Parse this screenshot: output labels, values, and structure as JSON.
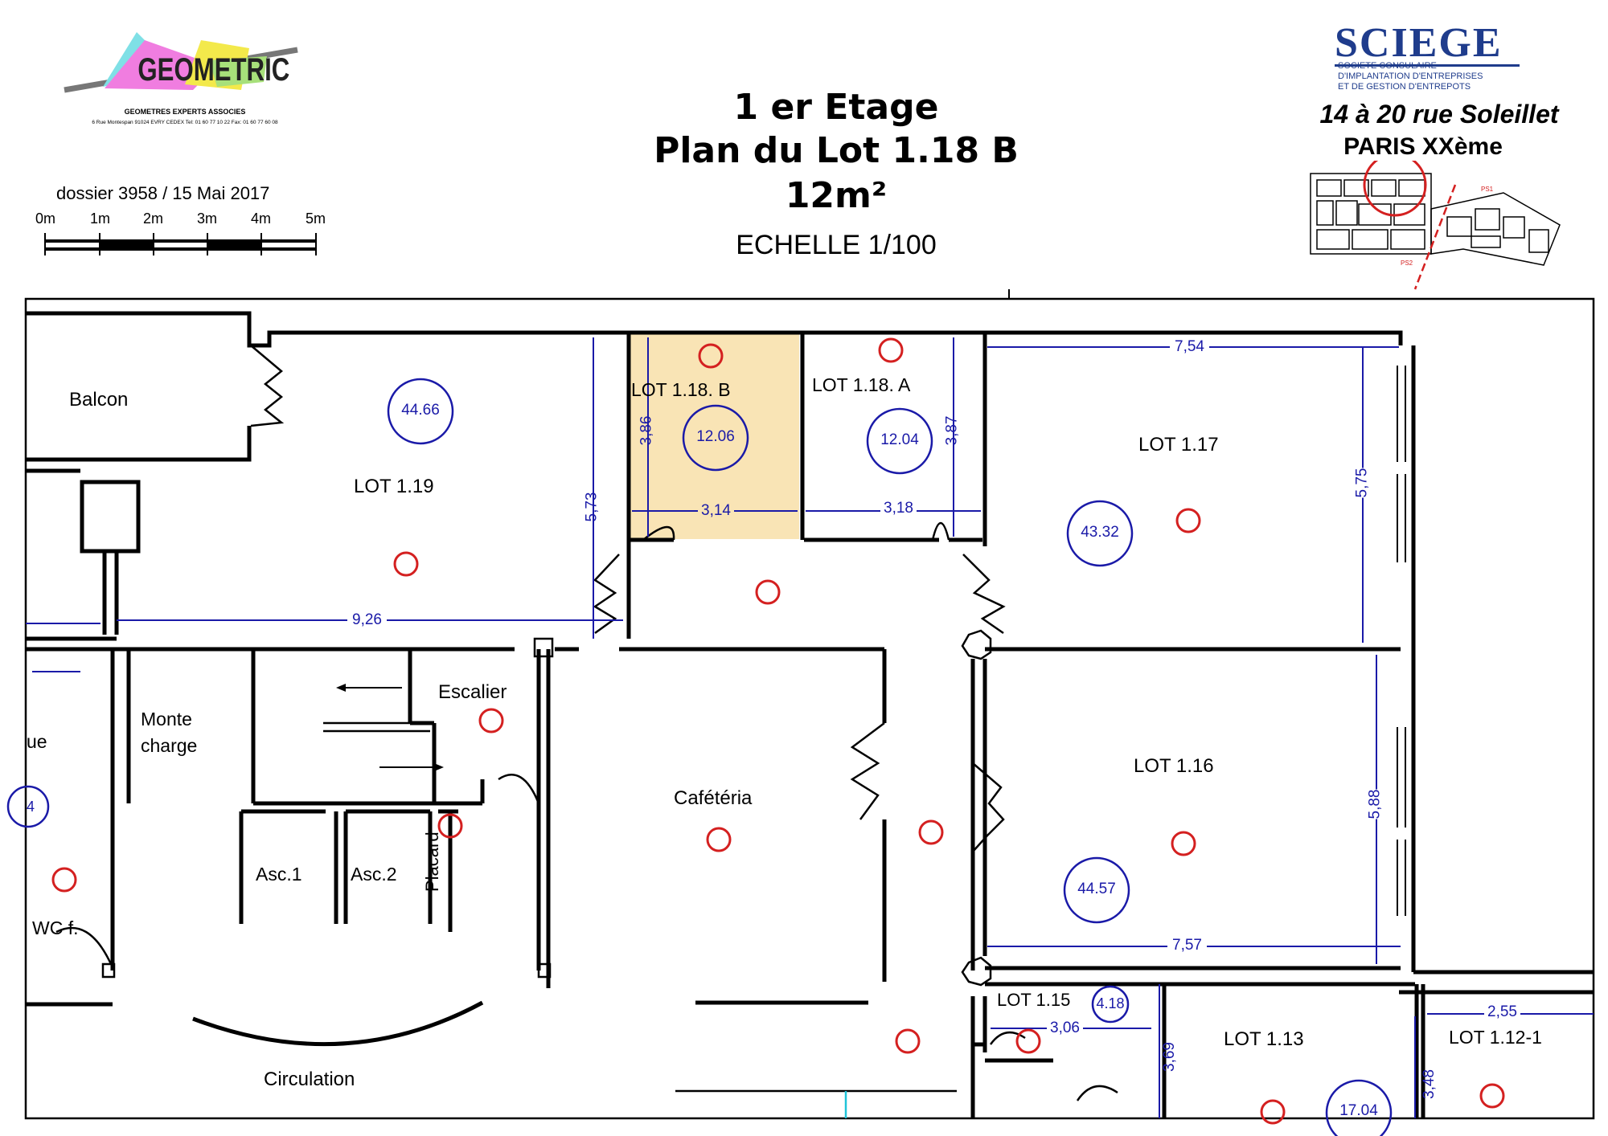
{
  "header": {
    "company_logo_text": "GEOMETRIC",
    "company_subtitle": "GEOMETRES EXPERTS ASSOCIES",
    "company_address": "6 Rue Montespan 91024 EVRY CEDEX  Tel: 01 60 77 10 22  Fax: 01 60 77 60 08",
    "dossier": "dossier 3958 / 15 Mai 2017",
    "scale_bar_ticks": [
      "0m",
      "1m",
      "2m",
      "3m",
      "4m",
      "5m"
    ],
    "title_line1": "1 er Etage",
    "title_line2": "Plan du Lot 1.18 B",
    "title_line3": "12m²",
    "scale": "ECHELLE 1/100",
    "client_logo": "SCIEGE",
    "client_line1": "SOCIETE CONSULAIRE",
    "client_line2": "D'IMPLANTATION D'ENTREPRISES",
    "client_line3": "ET DE GESTION D'ENTREPOTS",
    "address_line1": "14 à 20  rue Soleillet",
    "address_line2": "PARIS XXème",
    "inset_label_a": "PS1",
    "inset_label_b": "PS2"
  },
  "colors": {
    "highlight_fill": "#f9e4b5",
    "dimension_blue": "#1a1aa8",
    "marker_red": "#d42020",
    "wall_black": "#000000"
  },
  "rooms": {
    "balcon": "Balcon",
    "lot_119": "LOT 1.19",
    "lot_118b": "LOT 1.18. B",
    "lot_118a": "LOT 1.18. A",
    "lot_117": "LOT 1.17",
    "lot_116": "LOT 1.16",
    "lot_115": "LOT 1.15",
    "lot_113": "LOT 1.13",
    "lot_1121": "LOT 1.12-1",
    "monte_charge_1": "Monte",
    "monte_charge_2": "charge",
    "escalier": "Escalier",
    "cafeteria": "Cafétéria",
    "asc1": "Asc.1",
    "asc2": "Asc.2",
    "placard": "Placard",
    "wc": "WC f.",
    "circulation": "Circulation",
    "partial_left": "ue",
    "partial_left_area": "4"
  },
  "areas": {
    "lot_119": "44.66",
    "lot_118b": "12.06",
    "lot_118a": "12.04",
    "lot_117": "43.32",
    "lot_116": "44.57",
    "lot_115": "4.18",
    "lot_113": "17.04"
  },
  "dimensions": {
    "d_573": "5,73",
    "d_386": "3,86",
    "d_314": "3,14",
    "d_318": "3,18",
    "d_387": "3,87",
    "d_754": "7,54",
    "d_575": "5,75",
    "d_926": "9,26",
    "d_588": "5,88",
    "d_757": "7,57",
    "d_306": "3,06",
    "d_369": "3,69",
    "d_255": "2,55",
    "d_348": "3,48"
  }
}
